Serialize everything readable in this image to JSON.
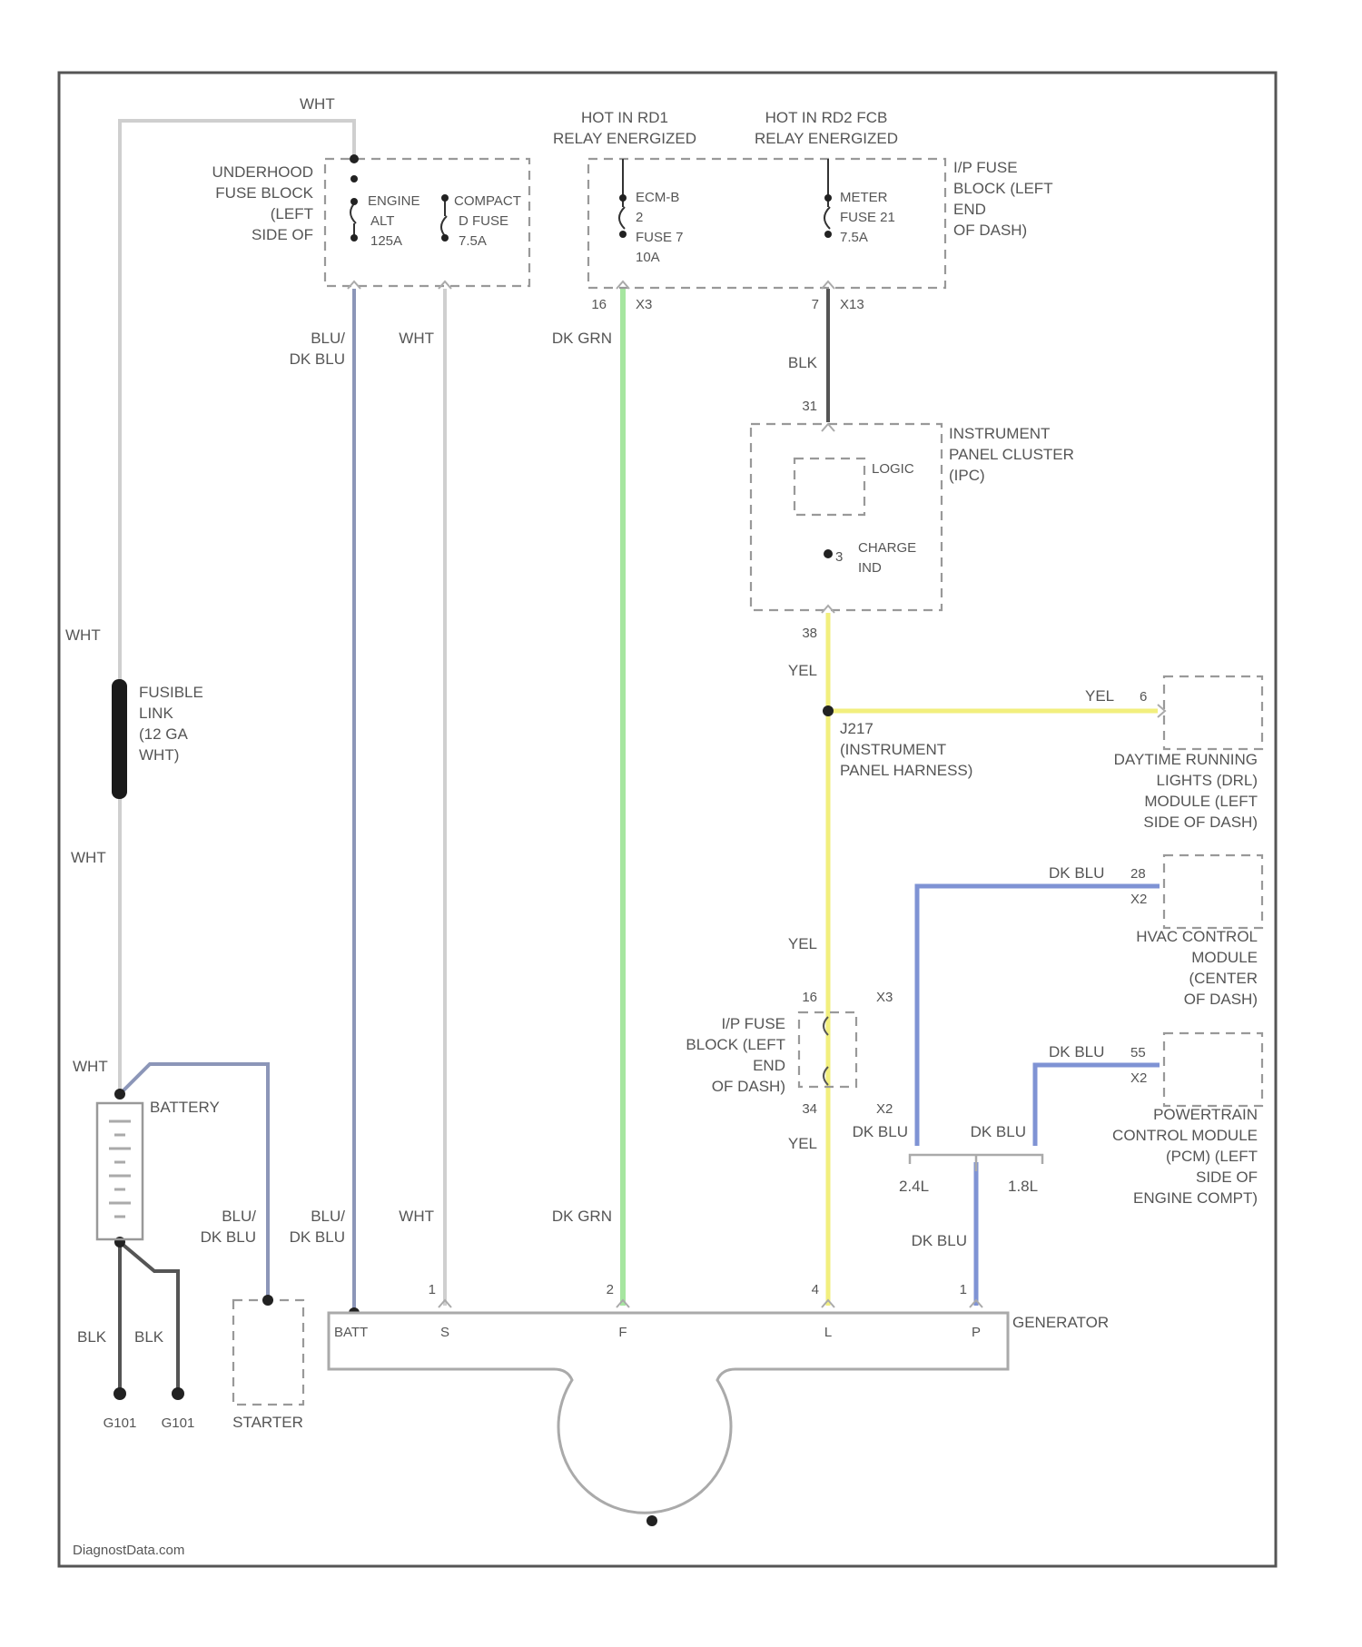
{
  "footer": {
    "watermark": "DiagnostData.com"
  },
  "fuse_blocks": {
    "underhood": {
      "label_lines": [
        "UNDERHOOD",
        "FUSE BLOCK",
        "(LEFT",
        "SIDE OF"
      ],
      "top_wire": "WHT",
      "eng_label": "ENGINE",
      "compact_label": "COMPACT",
      "alt_fuse": [
        "ALT",
        "125A"
      ],
      "d_fuse": [
        "D FUSE",
        "7.5A"
      ]
    },
    "ip": {
      "label_lines": [
        "I/P FUSE",
        "BLOCK (LEFT",
        "END",
        "OF DASH)"
      ],
      "hot_left": [
        "HOT IN RD1",
        "RELAY ENERGIZED"
      ],
      "hot_right": [
        "HOT IN RD2 FCB",
        "RELAY ENERGIZED"
      ],
      "ecm_fuse": [
        "ECM-B",
        "2",
        "FUSE 7",
        "10A"
      ],
      "meter_fuse": [
        "METER",
        "FUSE 21",
        "7.5A"
      ],
      "pin_left": "16",
      "conn_left": "X3",
      "pin_right": "7",
      "conn_right": "X13"
    }
  },
  "wires": {
    "blu_dkblu": [
      "BLU/",
      "DK BLU"
    ],
    "wht": "WHT",
    "dkgrn": "DK GRN",
    "blk": "BLK",
    "yel": "YEL",
    "dkblu": "DK BLU"
  },
  "ipc": {
    "label_lines": [
      "INSTRUMENT",
      "PANEL CLUSTER",
      "(IPC)"
    ],
    "pin_top": "31",
    "logic": "LOGIC",
    "charge_ind": [
      "CHARGE",
      "IND"
    ],
    "charge_pin": "3",
    "pin_bottom": "38"
  },
  "splice": {
    "id": "J217",
    "label_lines": [
      "(INSTRUMENT",
      "PANEL HARNESS)"
    ]
  },
  "modules": {
    "drl": {
      "pin": "6",
      "label_lines": [
        "DAYTIME RUNNING",
        "LIGHTS (DRL)",
        "MODULE (LEFT",
        "SIDE OF DASH)"
      ]
    },
    "hvac": {
      "pin": "28",
      "conn": "X2",
      "label_lines": [
        "HVAC CONTROL",
        "MODULE",
        "(CENTER",
        "OF DASH)"
      ]
    },
    "pcm": {
      "pin": "55",
      "conn": "X2",
      "label_lines": [
        "POWERTRAIN",
        "CONTROL MODULE",
        "(PCM) (LEFT",
        "SIDE OF",
        "ENGINE COMPT)"
      ]
    }
  },
  "ip_connector": {
    "label_lines": [
      "I/P FUSE",
      "BLOCK (LEFT",
      "END",
      "OF DASH)"
    ],
    "pin_top": "16",
    "pin_bottom": "34",
    "conn": "X3",
    "conn2": "X2"
  },
  "engines": {
    "left": "2.4L",
    "right": "1.8L"
  },
  "fusible_link": {
    "label_lines": [
      "FUSIBLE",
      "LINK",
      "(12 GA",
      "WHT)"
    ]
  },
  "battery": {
    "label": "BATTERY",
    "wire_top": "WHT",
    "blk_left": "BLK",
    "blk_right": "BLK",
    "ground_left": "G101",
    "ground_right": "G101"
  },
  "starter": {
    "label": "STARTER"
  },
  "generator": {
    "label": "GENERATOR",
    "terminals": [
      "BATT",
      "S",
      "F",
      "L",
      "P"
    ],
    "pins": [
      "1",
      "2",
      "4",
      "1"
    ]
  }
}
